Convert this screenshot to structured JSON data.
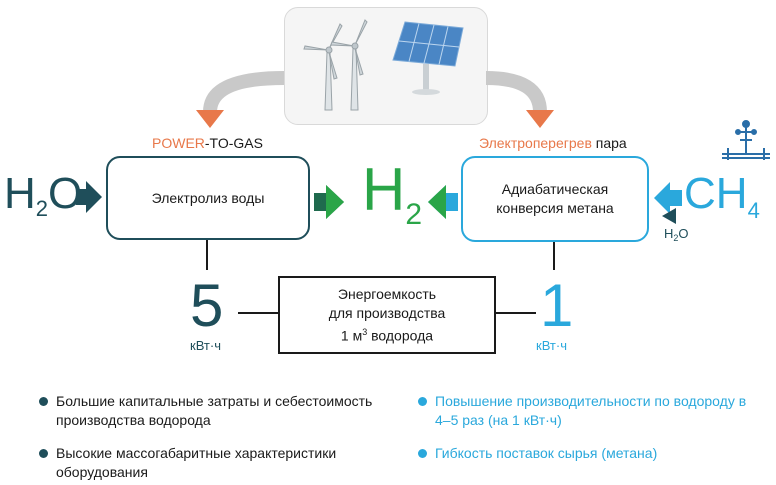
{
  "labels": {
    "power_to_gas_part1": "POWER",
    "power_to_gas_part2": "-TO-GAS",
    "superheat_part1": "Электроперегрев",
    "superheat_part2": " пара",
    "electrolysis": "Электролиз воды",
    "adiabatic_line1": "Адиабатическая",
    "adiabatic_line2": "конверсия метана",
    "energy_line1": "Энергоемкость",
    "energy_line2": "для производства",
    "energy_line3_a": "1 м",
    "energy_line3_sup": "3",
    "energy_line3_b": " водорода",
    "h2o_left_main": "H",
    "h2o_left_sub": "2",
    "h2o_left_end": "O",
    "h2_main": "H",
    "h2_sub": "2",
    "ch4_main": "CH",
    "ch4_sub": "4",
    "h2o_small_main": "H",
    "h2o_small_sub": "2",
    "h2o_small_end": "O",
    "left_value": "5",
    "left_unit": "кВт·ч",
    "right_value": "1",
    "right_unit": "кВт·ч"
  },
  "bullets_left": [
    "Большие капитальные затраты и себестоимость производства водорода",
    "Высокие массогабаритные характеристики оборудования"
  ],
  "bullets_right": [
    "Повышение производительности по водороду в 4–5 раз (на 1 кВт·ч)",
    "Гибкость поставок сырья (метана)"
  ],
  "colors": {
    "dark": "#1f4e5a",
    "green": "#2aa548",
    "blue": "#2aa8dc",
    "orange": "#e8784a"
  }
}
